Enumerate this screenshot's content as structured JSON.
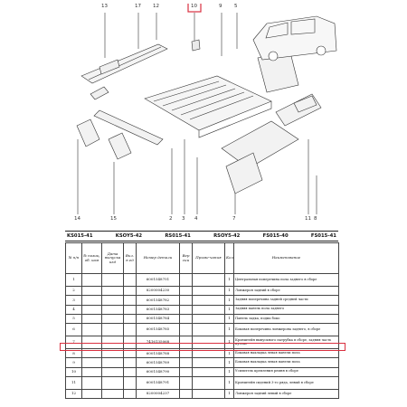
{
  "diagram": {
    "callouts_top": [
      "13",
      "17",
      "12",
      "10",
      "9",
      "5"
    ],
    "callouts_bottom": [
      "14",
      "15",
      "2",
      "3",
      "4",
      "7",
      "11",
      "8"
    ],
    "highlighted_callout": "10",
    "colors": {
      "highlight": "#d9303f",
      "line": "#333333",
      "car_fill": "#f2f2f2"
    }
  },
  "codes": [
    "KS015-41",
    "KSOY5-42",
    "RS015-41",
    "RSOY5-42",
    "FS015-40",
    "FS015-41"
  ],
  "table": {
    "headers": [
      "№ п/п",
      "№ позиц. об. кам",
      "Дата выпуска изд",
      "Вкл. в ед",
      "Номер детали",
      "Вер сии",
      "Приме-чания",
      "Кол.",
      "Наименование"
    ],
    "rows": [
      {
        "n": "1",
        "mark": "",
        "part": "6001548751",
        "qty": "1",
        "name": "Центральная поперечина пола заднего в сборе"
      },
      {
        "n": "2",
        "mark": "",
        "part": "8200004230",
        "qty": "1",
        "name": "Лонжерон задний в сборе"
      },
      {
        "n": "3",
        "mark": "",
        "part": "6001548782",
        "qty": "1",
        "name": "Задняя поперечина задней средней части"
      },
      {
        "n": "4",
        "mark": "",
        "part": "6001548783",
        "qty": "1",
        "name": "Задняя панель пола заднего"
      },
      {
        "n": "5",
        "mark": "",
        "part": "6001548784",
        "qty": "1",
        "name": "Панель задка, подиа боко"
      },
      {
        "n": "6",
        "mark": "",
        "part": "6001548785",
        "qty": "1",
        "name": "Боковая поперечина лонжерона заднего, в сборе"
      },
      {
        "n": "7",
        "mark": "",
        "part": "7416135068",
        "qty": "1",
        "name": "Кронштейн выпускного патрубка в сборе, задняя часть кузова"
      },
      {
        "n": "8",
        "mark": "",
        "part": "6001548788",
        "qty": "1",
        "name": "Боковая накладка левая панели пола"
      },
      {
        "n": "9",
        "mark": "",
        "part": "6001548789",
        "qty": "1",
        "name": "Боковая накладка левая панели пола"
      },
      {
        "n": "10",
        "mark": "",
        "part": "6001548790",
        "qty": "1",
        "name": "Усилитель крепления ремня в сборе"
      },
      {
        "n": "11",
        "mark": "",
        "part": "6001548791",
        "qty": "1",
        "name": "Кронштейн сидений 3-го ряда, левый в сборе"
      },
      {
        "n": "12",
        "mark": "",
        "part": "8200004237",
        "qty": "1",
        "name": "Лонжерон задний левый в сборе"
      }
    ]
  }
}
